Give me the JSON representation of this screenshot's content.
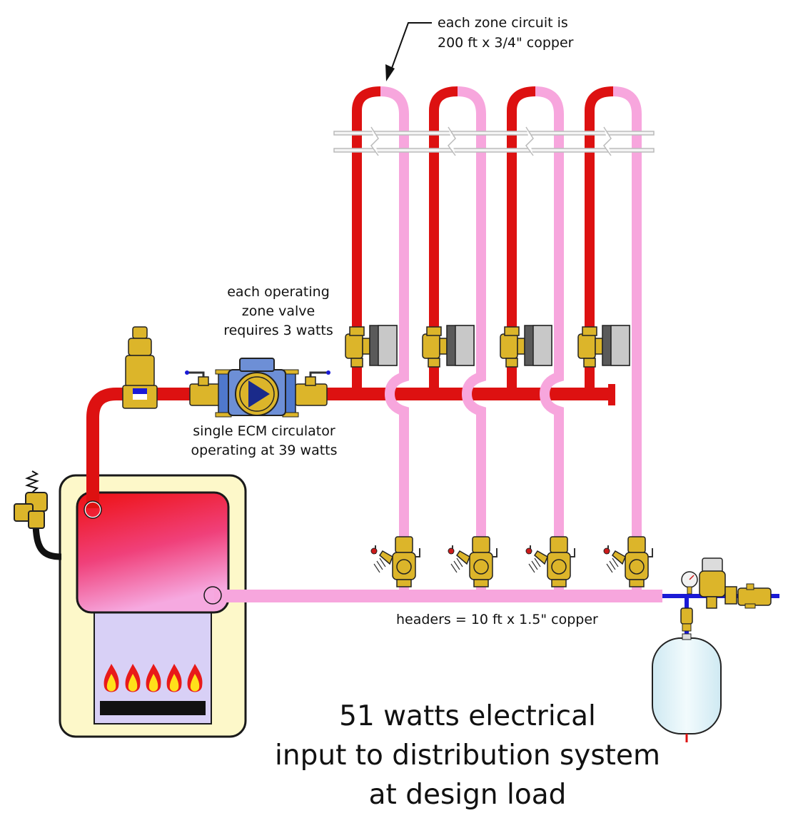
{
  "labels": {
    "zone_circuit_line1": "each zone circuit is",
    "zone_circuit_line2": "200 ft x 3/4\" copper",
    "zone_valve_line1": "each operating",
    "zone_valve_line2": "zone valve",
    "zone_valve_line3": "requires 3 watts",
    "circulator_line1": "single ECM circulator",
    "circulator_line2": "operating at 39 watts",
    "headers": "headers = 10 ft x 1.5\" copper",
    "summary_line1": "51 watts electrical",
    "summary_line2": "input to distribution system",
    "summary_line3": "at design load"
  },
  "colors": {
    "supply_pipe": "#dd1111",
    "return_pipe": "#f7a6dd",
    "cold_water_pipe": "#1a1ad6",
    "boiler_cabinet": "#fdf8c9",
    "boiler_heat_exchanger": "#ee1f2c",
    "combustion_chamber": "#d8d0f6",
    "brass": "#dcb52a",
    "actuator": "#5a5a5a",
    "circulator_body": "#6d8fd6",
    "expansion_tank": "#e4f3f8"
  },
  "components": {
    "zone_count": 4,
    "burner_flames": 5
  }
}
